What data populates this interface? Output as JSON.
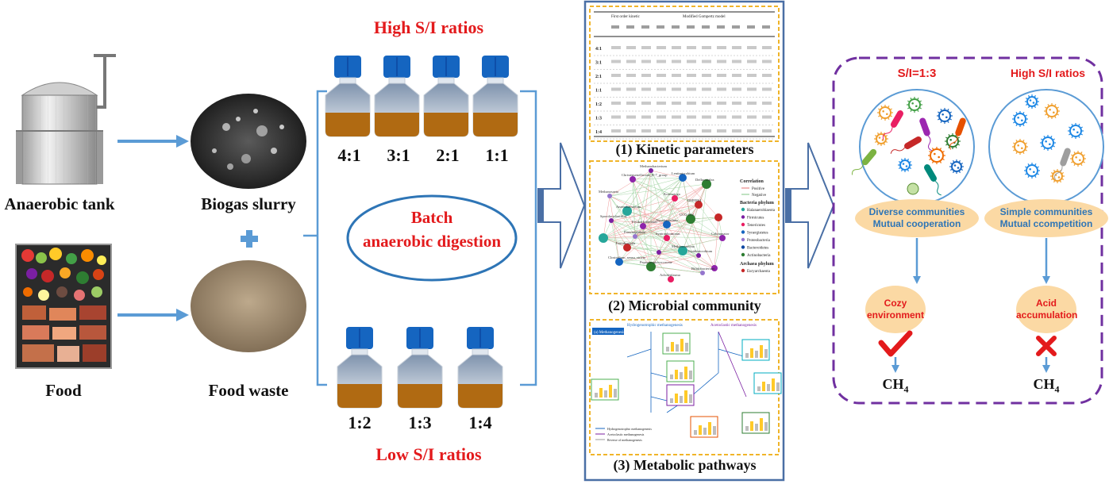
{
  "left": {
    "anaerobic_tank": "Anaerobic tank",
    "biogas_slurry": "Biogas slurry",
    "food": "Food",
    "food_waste": "Food waste"
  },
  "middle": {
    "high_title": "High S/I ratios",
    "low_title": "Low S/I ratios",
    "batch_line1": "Batch",
    "batch_line2": "anaerobic digestion",
    "high_ratios": [
      "4:1",
      "3:1",
      "2:1",
      "1:1"
    ],
    "low_ratios": [
      "1:2",
      "1:3",
      "1:4"
    ]
  },
  "panel": {
    "p1_caption": "(1) Kinetic parameters",
    "p2_caption": "(2) Microbial community",
    "p3_caption": "(3) Metabolic pathways",
    "table_header_left": "First order kinetic",
    "table_header_right": "Modified Gompertz model",
    "table_rows": [
      "4:1",
      "3:1",
      "2:1",
      "1:1",
      "1:2",
      "1:3",
      "1:4"
    ],
    "network_nodes": [
      "Methanobacterium",
      "Christensenellaceae_R-7_group",
      "Lentimicrobium",
      "Defluviitalea",
      "Methanosaeta",
      "Kosmotoga",
      "DMER64",
      "Anaerobacterium",
      "Sporolactobacillus",
      "Fryskerkelenlatus",
      "Aquabacterium",
      "UCG-004",
      "Proteiniphilum",
      "Syntrophomonas",
      "Fastidiosipila",
      "Methanosarcina",
      "Tepidimicrobium",
      "Caloramator",
      "Clostridium_sensu_stricto",
      "Peptostreptococcaceae",
      "Bifidobacterium",
      "Acholeplasma"
    ],
    "legend_title": "Correlation",
    "legend_pos": "Positive",
    "legend_neg": "Negative",
    "legend_phylum": "Bacteria phylum",
    "legend_items": [
      "Halanaerobiaeota",
      "Firmicutes",
      "Tenericutes",
      "Synergistetes",
      "Proteobacteria",
      "Bacteroidetes",
      "Actinobacteria"
    ],
    "legend_archaea": "Archaea phylum",
    "legend_archaea_item": "Euryarchaeota",
    "pathway_titles": [
      "Hydrogenotrophic methanogenesis",
      "Acetoclastic methanogenesis",
      "(a) Methanogenesis"
    ],
    "pathway_legend": [
      "Hydrogenotrophic methanogenesis",
      "Acetoclastic methanogenesis",
      "Reverse of methanogenesis"
    ]
  },
  "right": {
    "title_left": "S/I=1:3",
    "title_right": "High S/I ratios",
    "bubble_left_1": "Diverse communities",
    "bubble_left_2": "Mutual cooperation",
    "bubble_right_1": "Simple communities",
    "bubble_right_2": "Mutual ccompetition",
    "result_left_1": "Cozy",
    "result_left_2": "environment",
    "result_right_1": "Acid",
    "result_right_2": "accumulation",
    "ch4_main": "CH",
    "ch4_sub": "4",
    "check_icon": "check-icon",
    "cross_icon": "cross-icon"
  },
  "colors": {
    "arrow_blue": "#5b9bd5",
    "title_red": "#e31a1c",
    "panel_border": "#4a6fa5",
    "dashed_gold": "#f0b429",
    "dashed_purple": "#7030a0",
    "bubble_fill": "#fbd9a4",
    "bubble_text": "#2e75b6",
    "sludge": "#b06a12",
    "cap_blue": "#1565c0"
  }
}
